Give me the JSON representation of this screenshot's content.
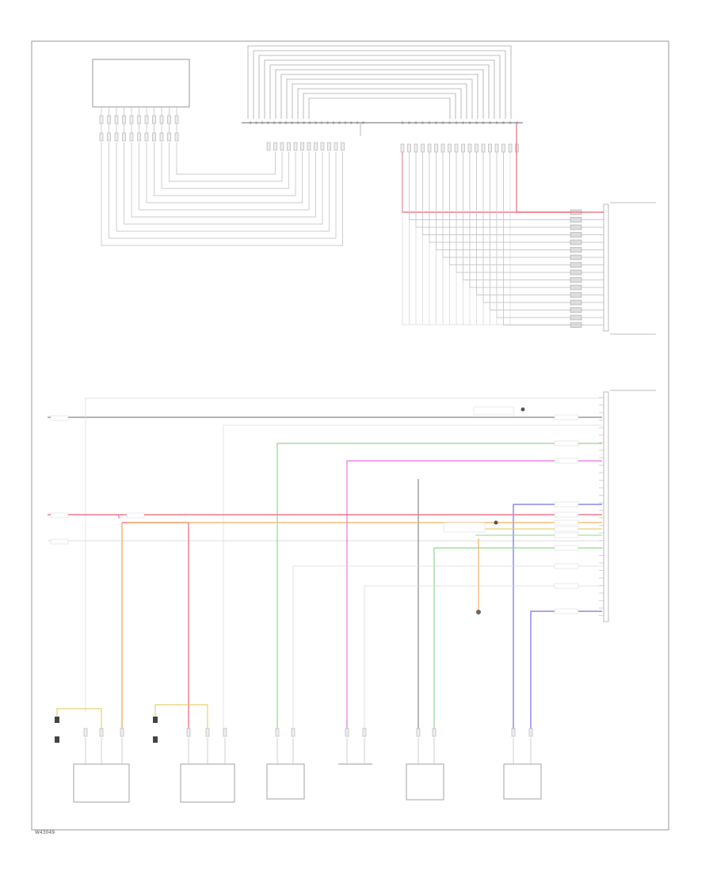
{
  "diagram": {
    "footer_code": "W43049",
    "colors": {
      "red": "#f37a8a",
      "green": "#8fd88f",
      "magenta": "#e870e8",
      "orange": "#f5b060",
      "yellow": "#e8d070",
      "blue": "#7070e8",
      "gray": "#888888",
      "light": "#cccccc"
    },
    "top_module_label": "",
    "right_module_label_1": "",
    "right_module_label_2": "",
    "components": [
      {
        "id": "c1",
        "label": ""
      },
      {
        "id": "c2",
        "label": ""
      },
      {
        "id": "c3",
        "label": ""
      },
      {
        "id": "c4",
        "label": ""
      },
      {
        "id": "c5",
        "label": ""
      },
      {
        "id": "c6",
        "label": ""
      }
    ]
  }
}
